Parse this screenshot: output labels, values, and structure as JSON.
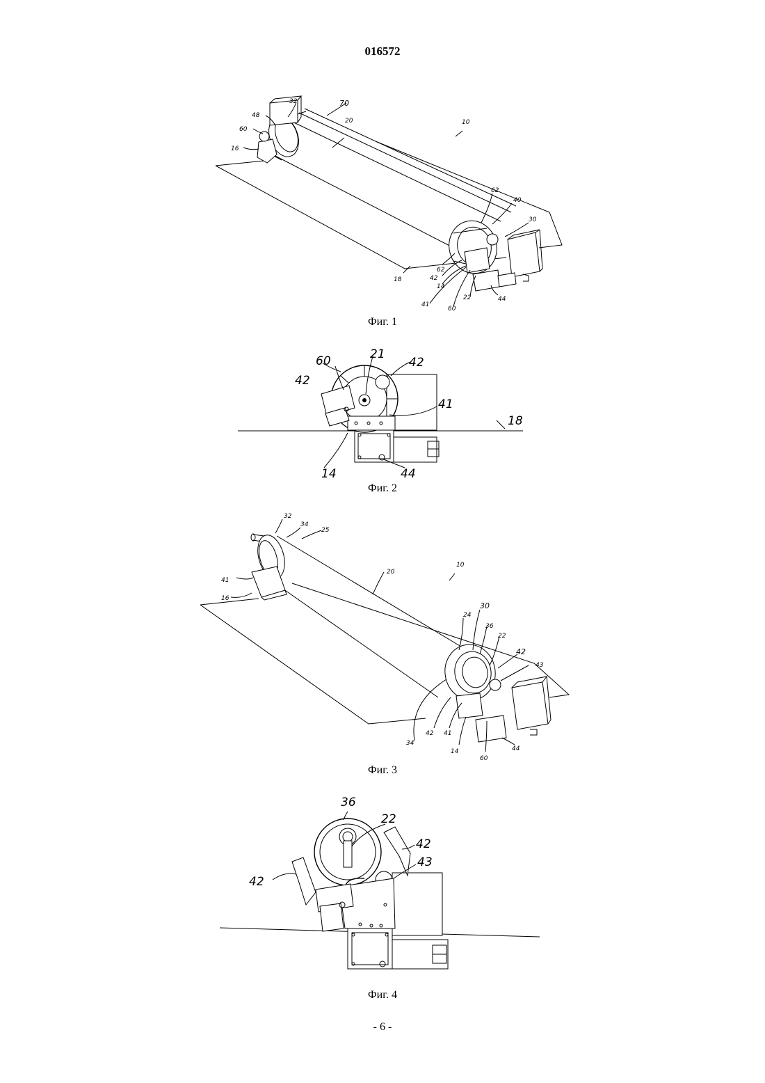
{
  "header": {
    "doc_number": "016572"
  },
  "figures": [
    {
      "caption": "Фиг. 1",
      "labels": {
        "l70": "70",
        "l32": "32",
        "l48": "48",
        "l60a": "60",
        "l16": "16",
        "l20": "20",
        "l10": "10",
        "l62a": "62",
        "l40": "40",
        "l30": "30",
        "l62b": "62",
        "l42": "42",
        "l14": "14",
        "l18": "18",
        "l41": "41",
        "l60b": "60",
        "l22": "22",
        "l44": "44"
      }
    },
    {
      "caption": "Фиг. 2",
      "labels": {
        "l60": "60",
        "l21": "21",
        "l42a": "42",
        "l42b": "42",
        "l41": "41",
        "l18": "18",
        "l14": "14",
        "l44": "44"
      }
    },
    {
      "caption": "Фиг. 3",
      "labels": {
        "l32": "32",
        "l34a": "34",
        "l25": "25",
        "l41a": "41",
        "l16": "16",
        "l20": "20",
        "l10": "10",
        "l24": "24",
        "l30": "30",
        "l36": "36",
        "l22": "22",
        "l42a": "42",
        "l43": "43",
        "l34b": "34",
        "l42b": "42",
        "l41b": "41",
        "l14": "14",
        "l60": "60",
        "l44": "44"
      }
    },
    {
      "caption": "Фиг. 4",
      "labels": {
        "l36": "36",
        "l22": "22",
        "l42a": "42",
        "l43": "43",
        "l42b": "42"
      }
    }
  ],
  "footer": {
    "page_number": "- 6 -"
  }
}
